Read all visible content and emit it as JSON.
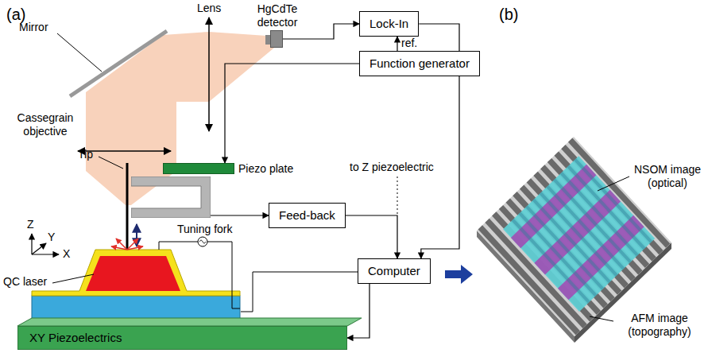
{
  "diagram": {
    "nodes": [
      {
        "text": [
          "HgCdTe detector"
        ]
      },
      {
        "text": [
          "Lock-In"
        ]
      },
      {
        "text": [
          "Function generator"
        ]
      },
      {
        "text": [
          "Piezo plate"
        ]
      },
      {
        "text": [
          "Tuning fork"
        ]
      },
      {
        "text": [
          "Feed-back"
        ]
      },
      {
        "text": [
          "Computer"
        ]
      },
      {
        "text": [
          "XY Piezoelectrics"
        ]
      }
    ],
    "edges": [
      {
        "from": 0,
        "to": 1,
        "arrow": "to"
      },
      {
        "from": 2,
        "to": 1,
        "label": "ref.",
        "arrow": "to"
      },
      {
        "from": 2,
        "to": 3,
        "arrow": "to"
      },
      {
        "from": 4,
        "to": 5,
        "arrow": "to"
      },
      {
        "from": 1,
        "to": 6,
        "arrow": "to"
      },
      {
        "from": 6,
        "to": 7,
        "arrow": "to"
      },
      {
        "from": 5,
        "to": 6,
        "arrow": "to"
      }
    ],
    "labels": [
      "(a)",
      "(b)",
      "Mirror",
      "Lens",
      "Cassegrain objective",
      "Tip",
      "Z",
      "Y",
      "X",
      "QC laser",
      "to Z piezoelectric",
      "NSOM image (optical)",
      "AFM image (topography)"
    ]
  }
}
